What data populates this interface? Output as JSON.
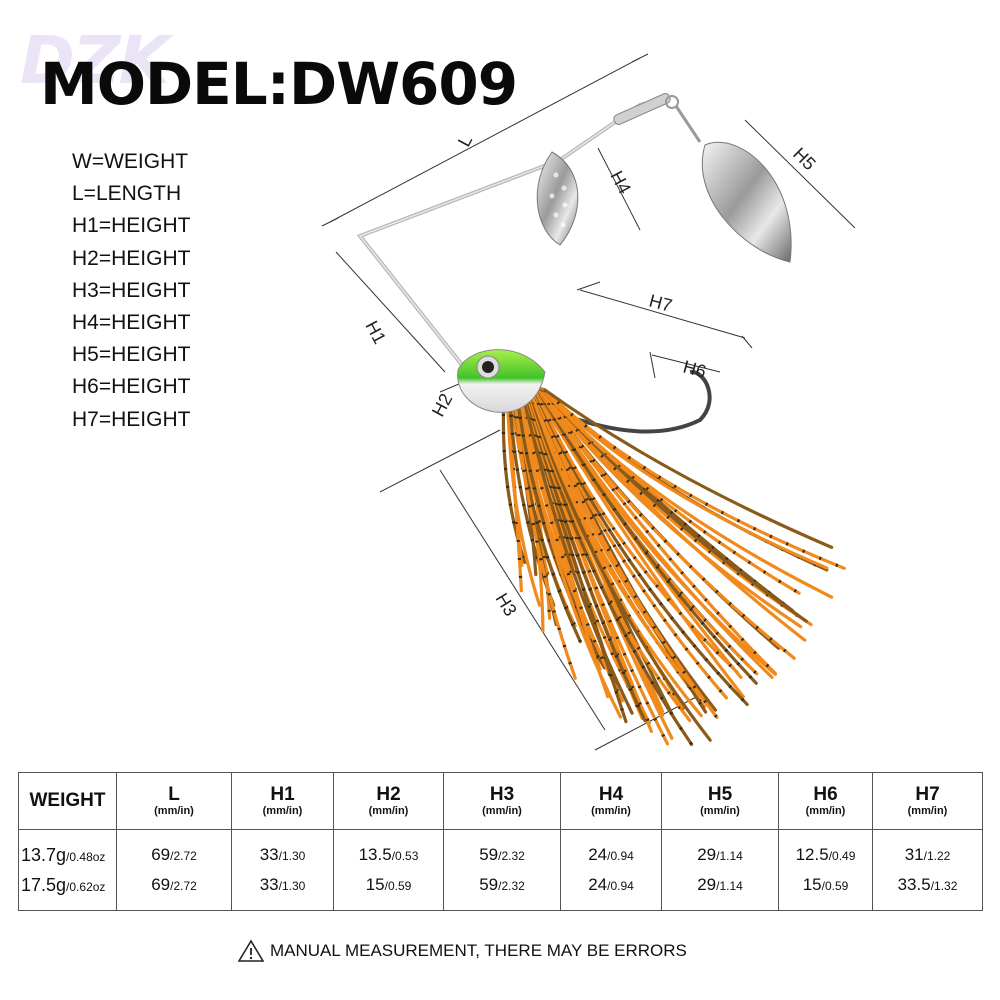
{
  "brand": {
    "logo_text": "DZK"
  },
  "model_title": "MODEL:DW609",
  "legend": [
    "W=WEIGHT",
    "L=LENGTH",
    "H1=HEIGHT",
    "H2=HEIGHT",
    "H3=HEIGHT",
    "H4=HEIGHT",
    "H5=HEIGHT",
    "H6=HEIGHT",
    "H7=HEIGHT"
  ],
  "diagram_labels": {
    "L": "L",
    "H1": "H1",
    "H2": "H2",
    "H3": "H3",
    "H4": "H4",
    "H5": "H5",
    "H6": "H6",
    "H7": "H7"
  },
  "table": {
    "weight_header": "WEIGHT",
    "unit": "(mm/in)",
    "columns": [
      "L",
      "H1",
      "H2",
      "H3",
      "H4",
      "H5",
      "H6",
      "H7"
    ],
    "rows": [
      {
        "weight_g": "13.7g",
        "weight_oz": "/0.48oz",
        "cells": [
          {
            "mm": "69",
            "in": "/2.72"
          },
          {
            "mm": "33",
            "in": "/1.30"
          },
          {
            "mm": "13.5",
            "in": "/0.53"
          },
          {
            "mm": "59",
            "in": "/2.32"
          },
          {
            "mm": "24",
            "in": "/0.94"
          },
          {
            "mm": "29",
            "in": "/1.14"
          },
          {
            "mm": "12.5",
            "in": "/0.49"
          },
          {
            "mm": "31",
            "in": "/1.22"
          }
        ]
      },
      {
        "weight_g": "17.5g",
        "weight_oz": "/0.62oz",
        "cells": [
          {
            "mm": "69",
            "in": "/2.72"
          },
          {
            "mm": "33",
            "in": "/1.30"
          },
          {
            "mm": "15",
            "in": "/0.59"
          },
          {
            "mm": "59",
            "in": "/2.32"
          },
          {
            "mm": "24",
            "in": "/0.94"
          },
          {
            "mm": "29",
            "in": "/1.14"
          },
          {
            "mm": "15",
            "in": "/0.59"
          },
          {
            "mm": "33.5",
            "in": "/1.32"
          }
        ]
      }
    ]
  },
  "note": "MANUAL MEASUREMENT, THERE MAY BE ERRORS",
  "colors": {
    "skirt_orange": "#f08a1c",
    "skirt_brown": "#8a5a1a",
    "head_green": "#6ed64a",
    "blade_silver": "#c8c8c8"
  }
}
